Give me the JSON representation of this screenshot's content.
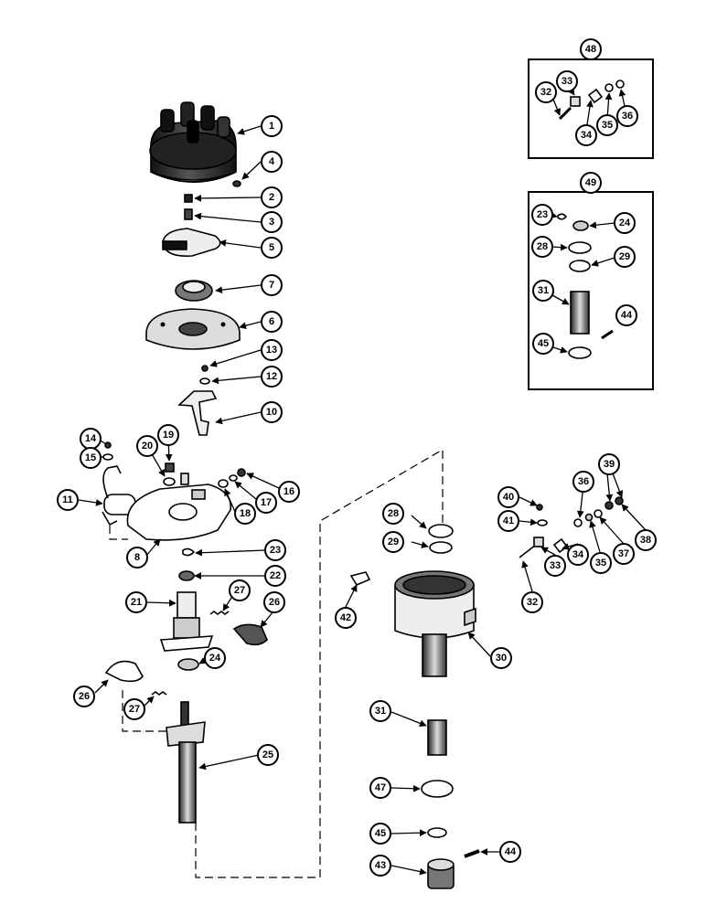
{
  "diagram": {
    "inset_kit_48": {
      "label": "48",
      "callouts": [
        "32",
        "33",
        "34",
        "35",
        "36"
      ]
    },
    "inset_kit_49": {
      "label": "49",
      "callouts": [
        "23",
        "24",
        "28",
        "29",
        "31",
        "44",
        "45"
      ]
    },
    "callouts": {
      "c1": "1",
      "c2": "2",
      "c3": "3",
      "c4": "4",
      "c5": "5",
      "c6": "6",
      "c7": "7",
      "c8": "8",
      "c10": "10",
      "c11": "11",
      "c12": "12",
      "c13": "13",
      "c14": "14",
      "c15": "15",
      "c16": "16",
      "c17": "17",
      "c18": "18",
      "c19": "19",
      "c20": "20",
      "c21": "21",
      "c22": "22",
      "c23": "23",
      "c24": "24",
      "c25": "25",
      "c26a": "26",
      "c26b": "26",
      "c27a": "27",
      "c27b": "27",
      "c28": "28",
      "c29": "29",
      "c30": "30",
      "c31": "31",
      "c32": "32",
      "c33": "33",
      "c34": "34",
      "c35": "35",
      "c36": "36",
      "c37": "37",
      "c38": "38",
      "c39": "39",
      "c40": "40",
      "c41": "41",
      "c42": "42",
      "c43": "43",
      "c44": "44",
      "c45": "45",
      "c47": "47",
      "k48_32": "32",
      "k48_33": "33",
      "k48_34": "34",
      "k48_35": "35",
      "k48_36": "36",
      "k49_23": "23",
      "k49_24": "24",
      "k49_28": "28",
      "k49_29": "29",
      "k49_31": "31",
      "k49_44": "44",
      "k49_45": "45"
    }
  }
}
